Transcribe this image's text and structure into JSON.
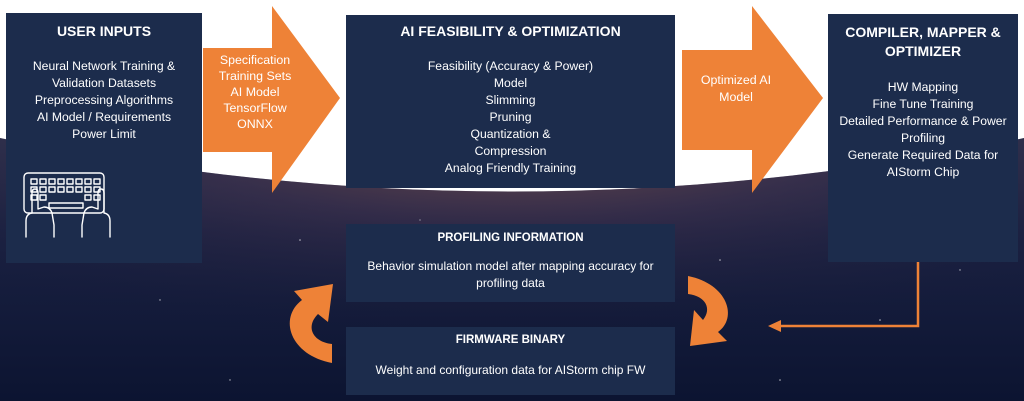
{
  "user_inputs": {
    "title": "USER INPUTS",
    "lines": [
      "Neural Network Training &",
      "Validation Datasets",
      "Preprocessing Algorithms",
      "AI Model / Requirements",
      "Power Limit"
    ],
    "icon": "keyboard-hands-icon"
  },
  "arrow1": {
    "lines": [
      "Specification",
      "Training Sets",
      "AI Model",
      "TensorFlow",
      "ONNX"
    ]
  },
  "feasibility": {
    "title": "AI FEASIBILITY & OPTIMIZATION",
    "lines": [
      "Feasibility (Accuracy & Power)",
      "Model",
      "Slimming",
      "Pruning",
      "Quantization &",
      "Compression",
      "Analog Friendly Training"
    ]
  },
  "arrow2": {
    "lines": [
      "Optimized AI",
      "Model"
    ]
  },
  "compiler": {
    "title_lines": [
      "COMPILER, MAPPER &",
      "OPTIMIZER"
    ],
    "lines": [
      "HW Mapping",
      "Fine Tune Training",
      "Detailed Performance & Power",
      "Profiling",
      "Generate Required Data for",
      "AIStorm Chip"
    ]
  },
  "profiling": {
    "title": "PROFILING INFORMATION",
    "lines": [
      "Behavior simulation model after mapping accuracy for",
      "profiling data"
    ]
  },
  "firmware": {
    "title": "FIRMWARE BINARY",
    "lines": [
      "Weight and configuration data for AIStorm chip FW"
    ]
  },
  "colors": {
    "box": "#1c2c4c",
    "arrow": "#ee8237",
    "space": "#101a36",
    "glow": "#ffffff"
  }
}
